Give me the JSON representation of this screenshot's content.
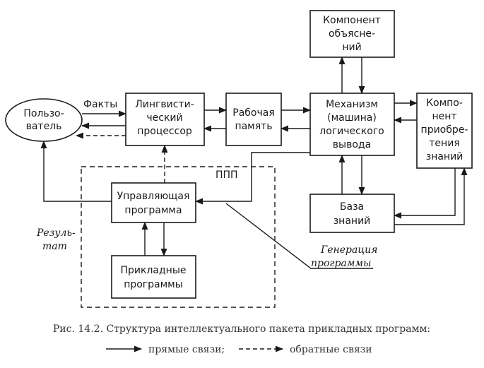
{
  "nodes": {
    "user": [
      "Пользо-",
      "ватель"
    ],
    "linguistic": [
      "Лингвисти-",
      "ческий",
      "процессор"
    ],
    "memory": [
      "Рабочая",
      "память"
    ],
    "explanation": [
      "Компонент",
      "объясне-",
      "ний"
    ],
    "inference": [
      "Механизм",
      "(машина)",
      "логического",
      "вывода"
    ],
    "acquisition": [
      "Компо-",
      "нент",
      "приобре-",
      "тения",
      "знаний"
    ],
    "control": [
      "Управляющая",
      "программа"
    ],
    "knowledge": [
      "База",
      "знаний"
    ],
    "applied": [
      "Прикладные",
      "программы"
    ]
  },
  "labels": {
    "facts": "Факты",
    "ppp": "ППП",
    "result_1": "Резуль-",
    "result_2": "тат",
    "generation_1": "Генерация",
    "generation_2": "программы"
  },
  "caption": {
    "title": "Рис. 14.2. Структура интеллектуального пакета прикладных программ:",
    "direct": "прямые связи;",
    "feedback": "обратные связи"
  }
}
